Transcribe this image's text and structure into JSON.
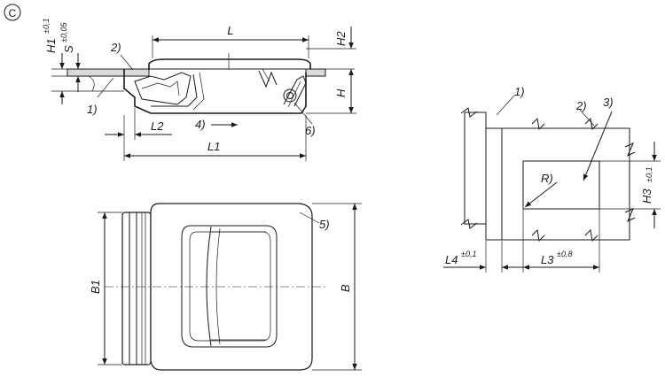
{
  "view_marker": "C",
  "side_view": {
    "dims": {
      "L": "L",
      "H2": "H2",
      "H": "H",
      "H1": "H1",
      "H1_tol": "±0,1",
      "S": "S",
      "S_tol": "±0,05",
      "L2": "L2",
      "L1": "L1"
    },
    "callouts": {
      "c1": "1)",
      "c2": "2)",
      "c4": "4)",
      "c6": "6)"
    }
  },
  "top_view": {
    "dims": {
      "B1": "B1",
      "B": "B"
    },
    "callouts": {
      "c5": "5)"
    }
  },
  "cutout_view": {
    "dims": {
      "H3": "H3",
      "H3_tol": "±0,1",
      "L4": "L4",
      "L4_tol": "±0,1",
      "L3": "L3",
      "L3_tol": "±0,8",
      "R": "R)"
    },
    "callouts": {
      "c1": "1)",
      "c2": "2)",
      "c3": "3)"
    }
  },
  "colors": {
    "line": "#1a1a1a",
    "background": "#ffffff",
    "plate": "#d9d9d9"
  }
}
